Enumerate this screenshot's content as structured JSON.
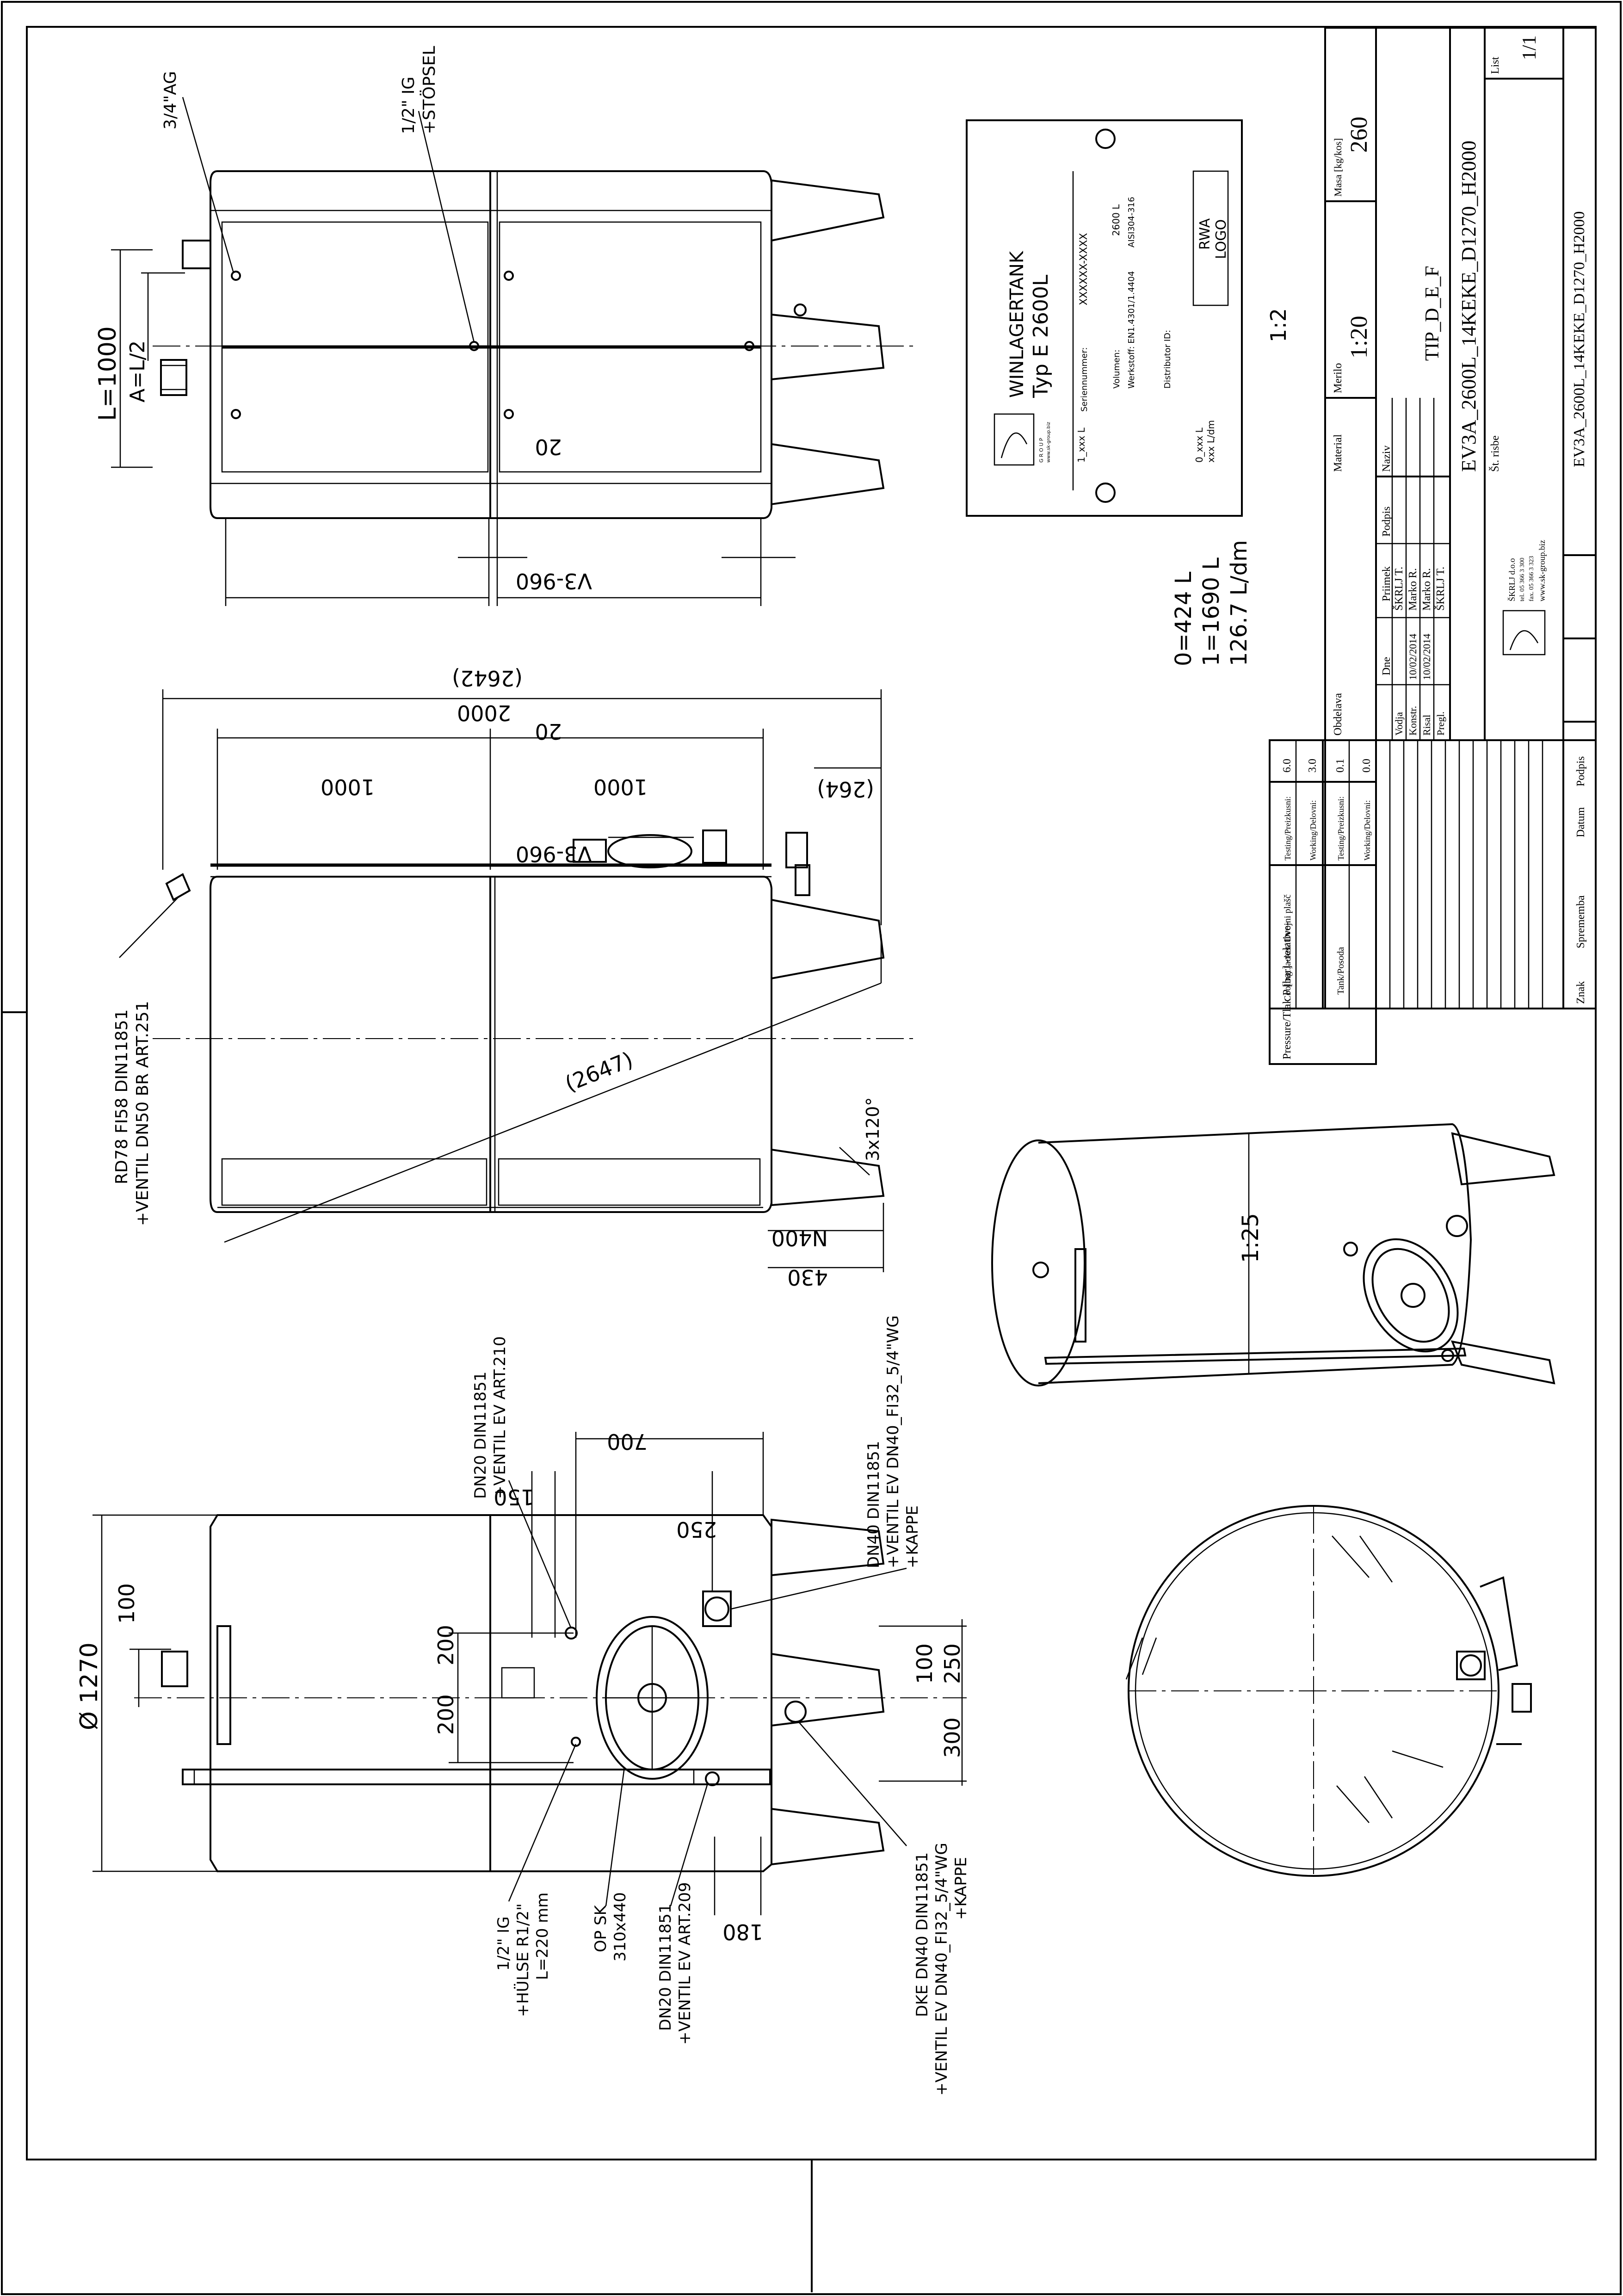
{
  "drawing": {
    "top_view": {
      "labels": {
        "ag": "3/4\"AG",
        "ig_1": "1/2\" IG",
        "ig_2": "+STÖPSEL",
        "l_total": "L=1000",
        "a_half": "A=L/2",
        "v3_left": "V3-960",
        "v3_right": "V3-960",
        "gap_left": "20",
        "gap_right": "20"
      }
    },
    "nameplate": {
      "title_1": "WINLAGERTANK",
      "title_2": "Typ E 2600L",
      "brand": "G R O U P",
      "brand_web": "www.sk-group.biz",
      "serien_label": "Seriennummer:",
      "serien_value": "XXXXXX-XXXX",
      "volumen_label": "Volumen:",
      "volumen_value": "2600 L",
      "werkstoff_label": "Werkstoff: EN1.4301/1.4404",
      "werkstoff_value": "AISI304-316",
      "distributor_label": "Distributor ID:",
      "logo_1": "RWA",
      "logo_2": "LOGO",
      "scale_top": "1_xxx L",
      "scale_bottom_1": "0_xxx L",
      "scale_bottom_2": "xxx L/dm",
      "scale_ratio": "1:2"
    },
    "volume_info": {
      "line_0": "0=424 L",
      "line_1": "1=1690 L",
      "line_2": "126.7 L/dm"
    },
    "side_view": {
      "labels": {
        "d2642": "(2642)",
        "d2000": "2000",
        "d1000_a": "1000",
        "d1000_b": "1000",
        "d264": "(264)",
        "d2647": "(2647)",
        "rd78_1": "RD78 FI58 DIN11851",
        "rd78_2": "+VENTIL DN50 BR ART.251",
        "legs": "3x120°",
        "n400": "N400",
        "d430": "430"
      }
    },
    "front_view": {
      "labels": {
        "dia": "Ø 1270",
        "d100a": "100",
        "d200a": "200",
        "d200b": "200",
        "d150": "150",
        "d700": "700",
        "d250a": "250",
        "d100b": "100",
        "d250b": "250",
        "d300": "300",
        "d180": "180",
        "dn20_top_1": "DN20 DIN11851",
        "dn20_top_2": "+VENTIL EV ART.210",
        "dn40_1": "DN40 DIN11851",
        "dn40_2": "+VENTIL EV DN40_FI32_5/4\"WG",
        "dn40_3": "+KAPPE",
        "hulse_1": "1/2\" IG",
        "hulse_2": "+HÜLSE R1/2\"",
        "hulse_3": "L=220 mm",
        "op_1": "OP SK",
        "op_2": "310x440",
        "dn20_bot_1": "DN20 DIN11851",
        "dn20_bot_2": "+VENTIL EV ART.209",
        "dke_1": "DKE DN40 DIN11851",
        "dke_2": "+VENTIL EV DN40_FI32_5/4\"WG",
        "dke_3": "+KAPPE"
      }
    },
    "iso_scale": "1:25",
    "pressure_table": {
      "header": "Pressure/Tlak P [bar] -relative-",
      "row1_label": "Cooling Jacket/ Dvojni plašč",
      "row2_label": "Tank/Posoda",
      "testing_label": "Testing/Preizkusni:",
      "working_label": "Working/Delovni:",
      "cooling_testing": "6.0",
      "cooling_working": "3.0",
      "tank_testing": "0.1",
      "tank_working": "0.0"
    },
    "title_block": {
      "obdelava": "Obdelava",
      "material_label": "Material",
      "merilo_label": "Merilo",
      "merilo_value": "1:20",
      "masa_label": "Masa [kg/kos]",
      "masa_value": "260",
      "dne": "Dne",
      "priimek": "Priimek",
      "podpis": "Podpis",
      "naziv_label": "Naziv",
      "naziv_value": "TIP_D_E_F",
      "rows": [
        {
          "role": "Vodja",
          "date": "",
          "name": "ŠKRLJ T."
        },
        {
          "role": "Konstr.",
          "date": "10/02/2014",
          "name": "Marko R."
        },
        {
          "role": "Risal",
          "date": "10/02/2014",
          "name": "Marko R."
        },
        {
          "role": "Pregl.",
          "date": "",
          "name": "ŠKRLJ T."
        }
      ],
      "drawing_code": "EV3A_2600L_14KEKE_D1270_H2000",
      "st_risbe": "Št. risbe",
      "list_label": "List",
      "list_value": "1/1",
      "drawing_number": "EV3A_2600L_14KEKE_D1270_H2000",
      "company_1": "ŠKRLJ d.o.o",
      "company_2": "tel. 05 366 3 300",
      "company_3": "fax. 05 366 3 323",
      "company_4": "www.sk-group.biz",
      "znak": "Znak",
      "sprememba": "Sprememba",
      "datum": "Datum",
      "podpis2": "Podpis"
    }
  }
}
